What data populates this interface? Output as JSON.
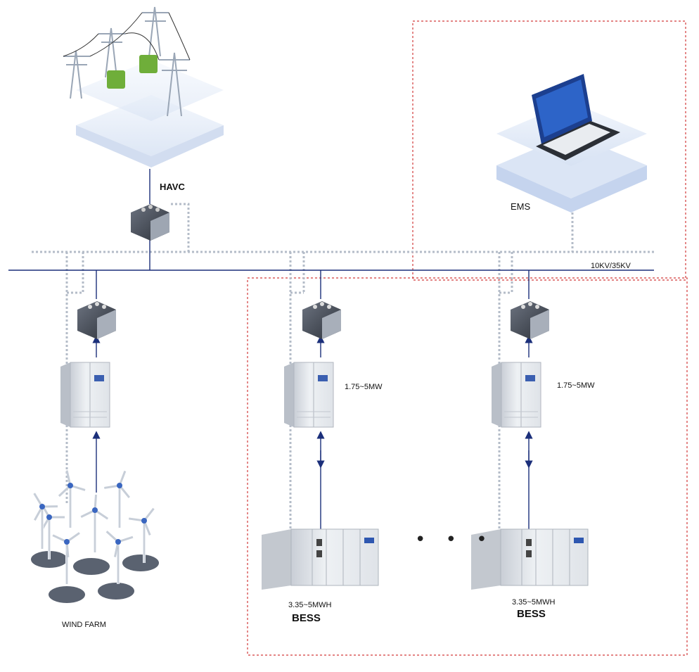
{
  "labels": {
    "havc": "HAVC",
    "ems": "EMS",
    "bus_voltage": "10KV/35KV",
    "pcs_power_1": "1.75~5MW",
    "pcs_power_2": "1.75~5MW",
    "bess_capacity_1": "3.35~5MWH",
    "bess_capacity_2": "3.35~5MWH",
    "bess_name_1": "BESS",
    "bess_name_2": "BESS",
    "wind_farm": "WIND FARM",
    "ellipsis": "• • •"
  },
  "icons": {
    "grid": "transmission-tower-icon",
    "transformer": "transformer-icon",
    "pcs": "pcs-cabinet-icon",
    "bess": "battery-container-icon",
    "ems": "laptop-icon",
    "wind": "wind-turbine-icon"
  },
  "colors": {
    "bus_line": "#1b2f7a",
    "comm_line": "#b4bcc8",
    "boundary": "#d23a3a",
    "platform": "#dfe8f5"
  }
}
